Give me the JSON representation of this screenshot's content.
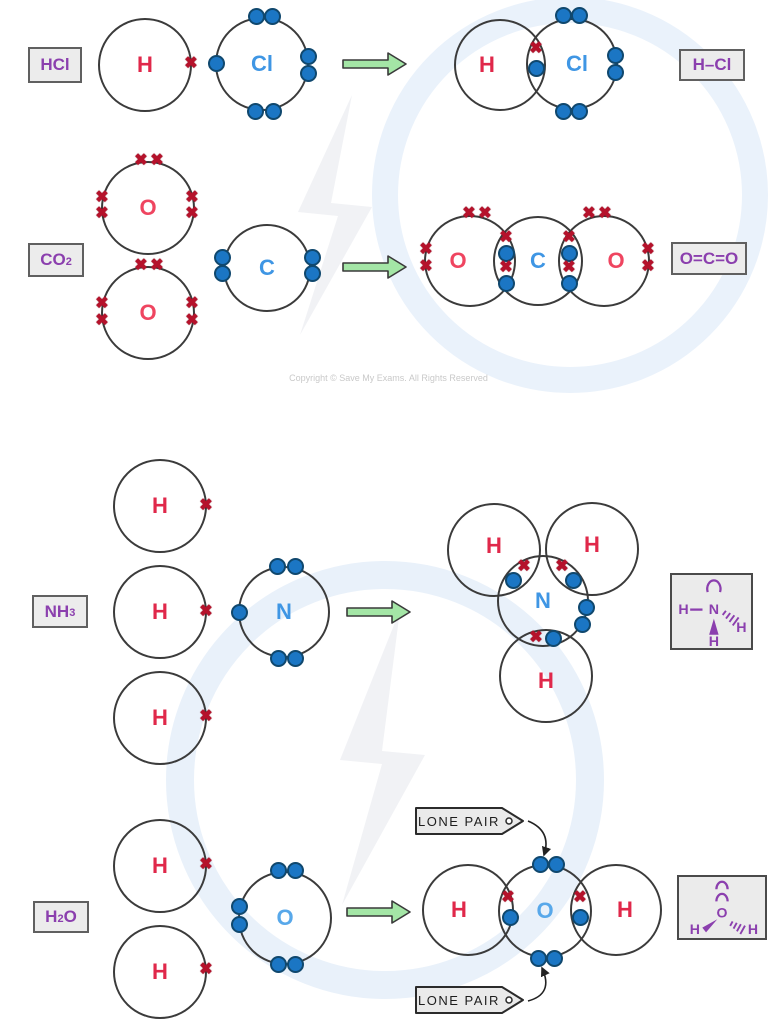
{
  "copyright": "Copyright © Save My Exams. All Rights Reserved",
  "glyphs": {
    "cross": "✖"
  },
  "colors": {
    "electron_dot_blue": "#1b76c4",
    "electron_cross_red": "#b5122b",
    "h_letter_red": "#e0284a",
    "cl_c_n_letter_blue": "#3f96e4",
    "o_letter_pink": "#ef4560",
    "o_letter_light_blue": "#58a8ea",
    "formula_purple": "#8b3fae",
    "arrow_green": "#a4e6a6",
    "tag_fill_grey": "#ececec"
  },
  "hcl": {
    "tag": "HCl",
    "h": "H",
    "cl": "Cl",
    "product_tag": "H–Cl"
  },
  "co2": {
    "tag_pre": "CO",
    "tag_sub": "2",
    "o": "O",
    "c": "C",
    "product_tag": "O=C=O"
  },
  "nh3": {
    "tag_pre": "NH",
    "tag_sub": "3",
    "h": "H",
    "n": "N"
  },
  "h2o": {
    "tag_pre": "H",
    "tag_sub": "2",
    "tag_post": "O",
    "h": "H",
    "o": "O",
    "lone_pair": "LONE PAIR"
  }
}
